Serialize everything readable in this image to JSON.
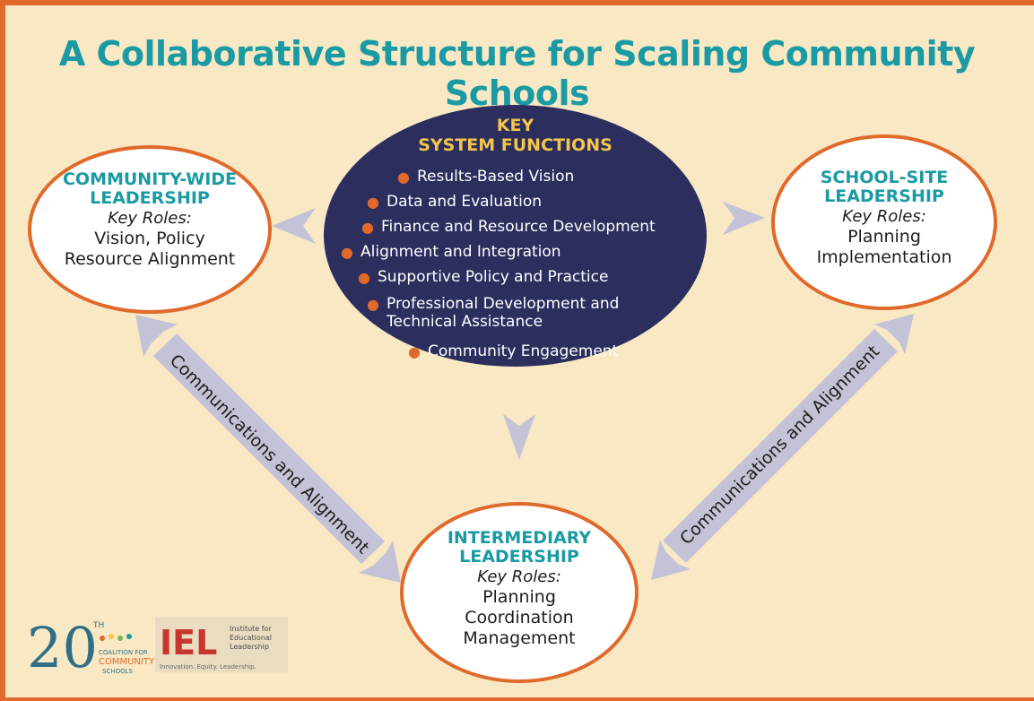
{
  "title": "A Collaborative Structure for Scaling Community Schools",
  "center": {
    "heading_line1": "KEY",
    "heading_line2": "SYSTEM FUNCTIONS",
    "functions": [
      "Results-Based Vision",
      "Data and Evaluation",
      "Finance and Resource Development",
      "Alignment and Integration",
      "Supportive Policy and Practice",
      "Professional Development and",
      "Technical Assistance",
      "Community Engagement"
    ]
  },
  "left_node": {
    "heading_line1": "COMMUNITY-WIDE",
    "heading_line2": "LEADERSHIP",
    "roles_label": "Key Roles:",
    "roles": [
      "Vision, Policy",
      "Resource Alignment"
    ]
  },
  "right_node": {
    "heading_line1": "SCHOOL-SITE",
    "heading_line2": "LEADERSHIP",
    "roles_label": "Key Roles:",
    "roles": [
      "Planning",
      "Implementation"
    ]
  },
  "bottom_node": {
    "heading_line1": "INTERMEDIARY",
    "heading_line2": "LEADERSHIP",
    "roles_label": "Key Roles:",
    "roles": [
      "Planning",
      "Coordination",
      "Management"
    ]
  },
  "connectors": {
    "left_label": "Communications and Alignment",
    "right_label": "Communications and Alignment"
  },
  "logos": {
    "coalition_number": "20",
    "coalition_suffix": "TH",
    "coalition_name_line1": "COALITION FOR",
    "coalition_name_line2": "COMMUNITY",
    "coalition_name_line3": "SCHOOLS",
    "iel_abbrev": "IEL",
    "iel_name_line1": "Institute for",
    "iel_name_line2": "Educational",
    "iel_name_line3": "Leadership",
    "iel_tagline": "Innovation. Equity. Leadership."
  },
  "colors": {
    "background": "#f9e8c4",
    "border": "#e06a2c",
    "title": "#1a9aa3",
    "center_fill": "#2c2e5e",
    "center_heading": "#f3c64b",
    "arrow": "#c4c2d6"
  }
}
